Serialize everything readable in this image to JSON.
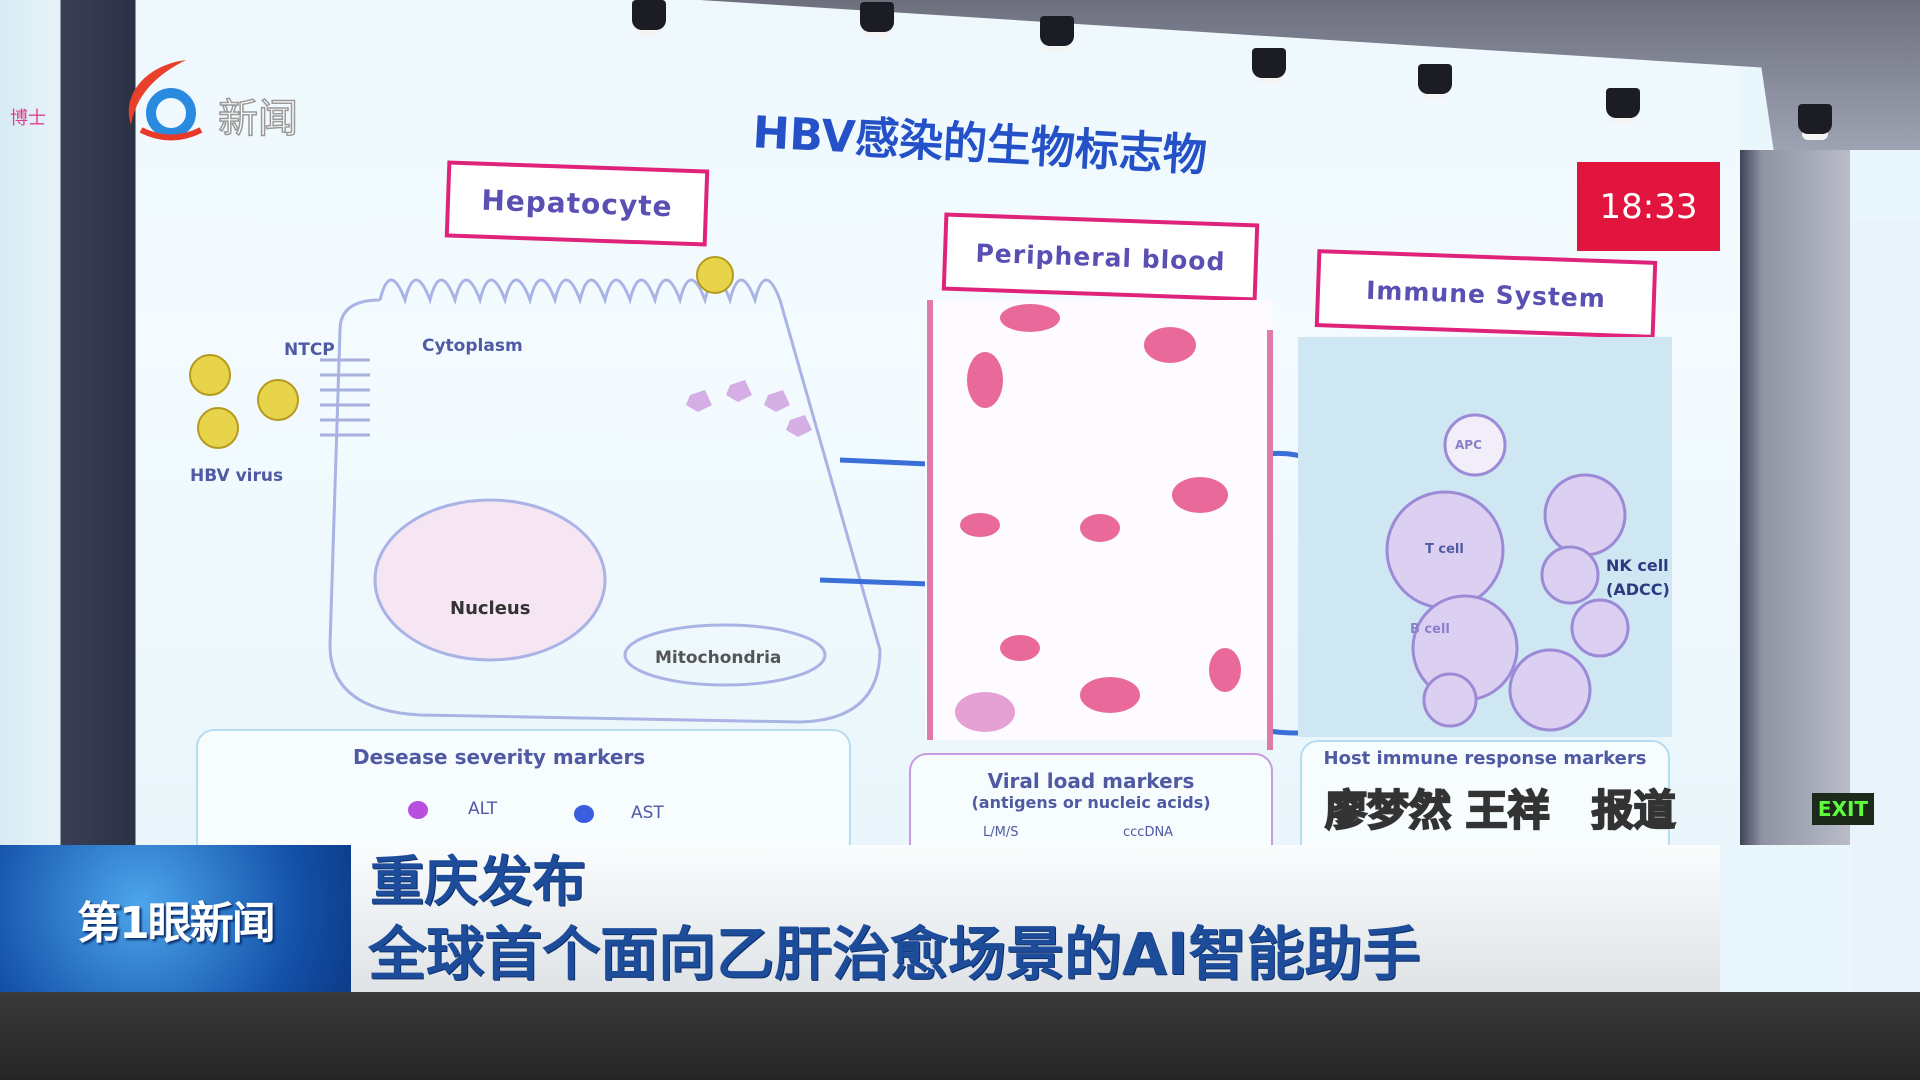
{
  "slide": {
    "title": "HBV感染的生物标志物",
    "sections": [
      "Hepatocyte",
      "Peripheral blood",
      "Immune System"
    ],
    "labels": {
      "ntcp": "NTCP",
      "cytoplasm": "Cytoplasm",
      "hbv_virus": "HBV virus",
      "nucleus": "Nucleus",
      "mitochondria": "Mitochondria",
      "apc": "APC",
      "t_cell": "T cell",
      "b_cell": "B cell",
      "nk_cell": "NK cell",
      "adcc": "(ADCC)"
    },
    "severity": {
      "title": "Desease severity markers",
      "items": [
        "ALT",
        "AST"
      ]
    },
    "viral": {
      "title": "Viral load markers",
      "subtitle": "(antigens or nucleic acids)",
      "items": [
        "L/M/S",
        "cccDNA"
      ]
    },
    "host": {
      "title": "Host immune response markers"
    }
  },
  "overlay": {
    "channel_logo": "新闻",
    "clock": "18:33",
    "reporters": "廖梦然 王祥　报道",
    "exit_sign": "EXIT",
    "side_sign": "博士"
  },
  "lower_third": {
    "program": "第1眼新闻",
    "line1": "重庆发布",
    "line2": "全球首个面向乙肝治愈场景的AI智能助手"
  },
  "colors": {
    "accent_red": "#e0143c",
    "title_blue": "#2451c7",
    "box_pink": "#e0237a",
    "caption_blue": "#1d4c9b"
  }
}
